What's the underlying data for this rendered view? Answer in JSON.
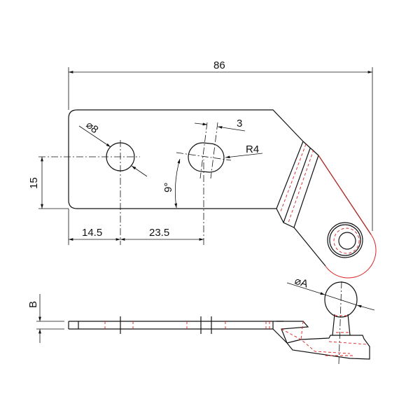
{
  "drawing": {
    "dimensions": {
      "overall_length": "86",
      "hole_diameter": "⌀8",
      "slot_width": "3",
      "slot_radius": "R4",
      "hole_height": "15",
      "slot_angle": "9°",
      "hole_offset": "14.5",
      "hole_spacing": "23.5",
      "ball_diameter": "⌀A",
      "thickness": "B"
    },
    "colors": {
      "outline": "#111111",
      "hidden": "#dd2222"
    }
  }
}
